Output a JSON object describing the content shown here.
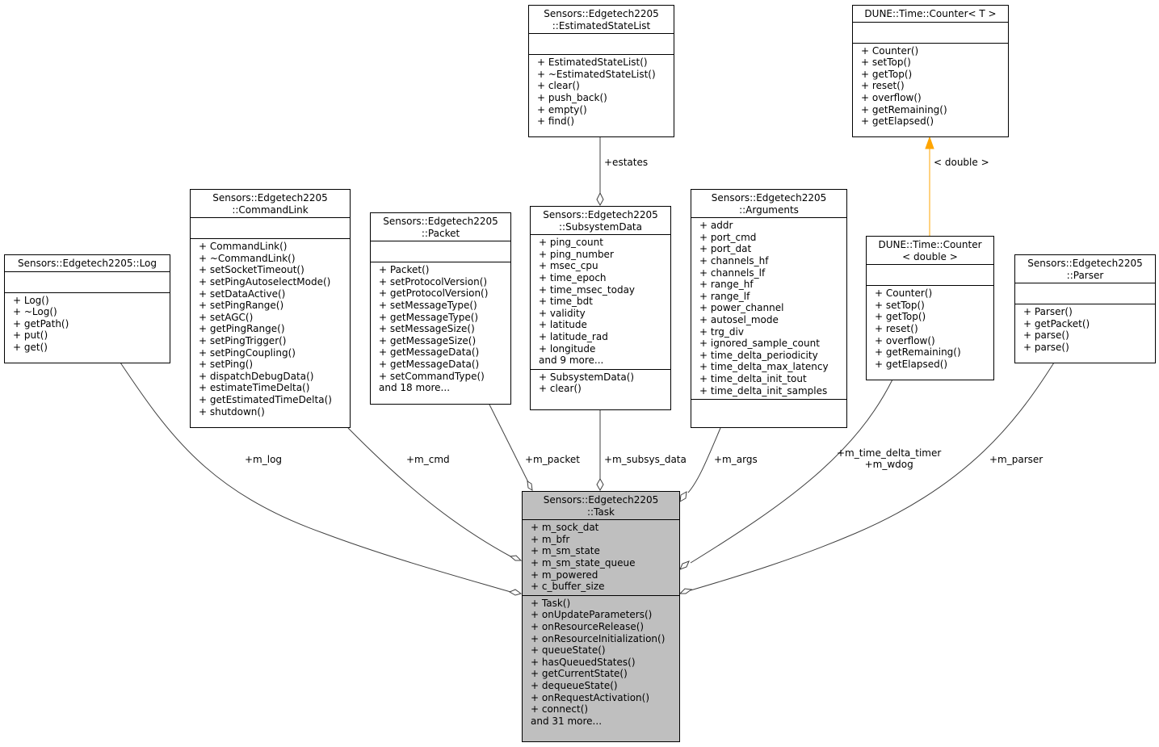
{
  "classes": {
    "task": {
      "title": [
        "Sensors::Edgetech2205",
        "::Task"
      ],
      "attributes": [
        "+ m_sock_dat",
        "+ m_bfr",
        "+ m_sm_state",
        "+ m_sm_state_queue",
        "+ m_powered",
        "+ c_buffer_size"
      ],
      "methods": [
        "+ Task()",
        "+ onUpdateParameters()",
        "+ onResourceRelease()",
        "+ onResourceInitialization()",
        "+ queueState()",
        "+ hasQueuedStates()",
        "+ getCurrentState()",
        "+ dequeueState()",
        "+ onRequestActivation()",
        "+ connect()",
        "and 31 more..."
      ]
    },
    "log": {
      "title": [
        "Sensors::Edgetech2205::Log"
      ],
      "attributes": [],
      "methods": [
        "+ Log()",
        "+ ~Log()",
        "+ getPath()",
        "+ put()",
        "+ get()"
      ]
    },
    "commandlink": {
      "title": [
        "Sensors::Edgetech2205",
        "::CommandLink"
      ],
      "attributes": [],
      "methods": [
        "+ CommandLink()",
        "+ ~CommandLink()",
        "+ setSocketTimeout()",
        "+ setPingAutoselectMode()",
        "+ setDataActive()",
        "+ setPingRange()",
        "+ setAGC()",
        "+ getPingRange()",
        "+ setPingTrigger()",
        "+ setPingCoupling()",
        "+ setPing()",
        "+ dispatchDebugData()",
        "+ estimateTimeDelta()",
        "+ getEstimatedTimeDelta()",
        "+ shutdown()"
      ]
    },
    "packet": {
      "title": [
        "Sensors::Edgetech2205",
        "::Packet"
      ],
      "attributes": [],
      "methods": [
        "+ Packet()",
        "+ setProtocolVersion()",
        "+ getProtocolVersion()",
        "+ setMessageType()",
        "+ getMessageType()",
        "+ setMessageSize()",
        "+ getMessageSize()",
        "+ getMessageData()",
        "+ getMessageData()",
        "+ setCommandType()",
        "and 18 more..."
      ]
    },
    "subsystemdata": {
      "title": [
        "Sensors::Edgetech2205",
        "::SubsystemData"
      ],
      "attributes": [
        "+ ping_count",
        "+ ping_number",
        "+ msec_cpu",
        "+ time_epoch",
        "+ time_msec_today",
        "+ time_bdt",
        "+ validity",
        "+ latitude",
        "+ latitude_rad",
        "+ longitude",
        "and 9 more..."
      ],
      "methods": [
        "+ SubsystemData()",
        "+ clear()"
      ]
    },
    "estimatedstatelist": {
      "title": [
        "Sensors::Edgetech2205",
        "::EstimatedStateList"
      ],
      "attributes": [],
      "methods": [
        "+ EstimatedStateList()",
        "+ ~EstimatedStateList()",
        "+ clear()",
        "+ push_back()",
        "+ empty()",
        "+ find()"
      ]
    },
    "arguments": {
      "title": [
        "Sensors::Edgetech2205",
        "::Arguments"
      ],
      "attributes": [
        "+ addr",
        "+ port_cmd",
        "+ port_dat",
        "+ channels_hf",
        "+ channels_lf",
        "+ range_hf",
        "+ range_lf",
        "+ power_channel",
        "+ autosel_mode",
        "+ trg_div",
        "+ ignored_sample_count",
        "+ time_delta_periodicity",
        "+ time_delta_max_latency",
        "+ time_delta_init_tout",
        "+ time_delta_init_samples"
      ],
      "methods": []
    },
    "counter_double": {
      "title": [
        "DUNE::Time::Counter",
        "< double >"
      ],
      "attributes": [],
      "methods": [
        "+ Counter()",
        "+ setTop()",
        "+ getTop()",
        "+ reset()",
        "+ overflow()",
        "+ getRemaining()",
        "+ getElapsed()"
      ]
    },
    "counter_t": {
      "title": [
        "DUNE::Time::Counter< T >"
      ],
      "attributes": [],
      "methods": [
        "+ Counter()",
        "+ setTop()",
        "+ getTop()",
        "+ reset()",
        "+ overflow()",
        "+ getRemaining()",
        "+ getElapsed()"
      ]
    },
    "parser": {
      "title": [
        "Sensors::Edgetech2205",
        "::Parser"
      ],
      "attributes": [],
      "methods": [
        "+ Parser()",
        "+ getPacket()",
        "+ parse()",
        "+ parse()"
      ]
    }
  },
  "edges": {
    "m_log": "+m_log",
    "m_cmd": "+m_cmd",
    "m_packet": "+m_packet",
    "m_subsys_data": "+m_subsys_data",
    "m_args": "+m_args",
    "m_timers": [
      "+m_time_delta_timer",
      "+m_wdog"
    ],
    "m_parser": "+m_parser",
    "estates": "+estates",
    "template": "< double >"
  },
  "colors": {
    "focus_fill": "#bfbfbf",
    "line": "#404040",
    "template_arrow": "#ffa500"
  }
}
